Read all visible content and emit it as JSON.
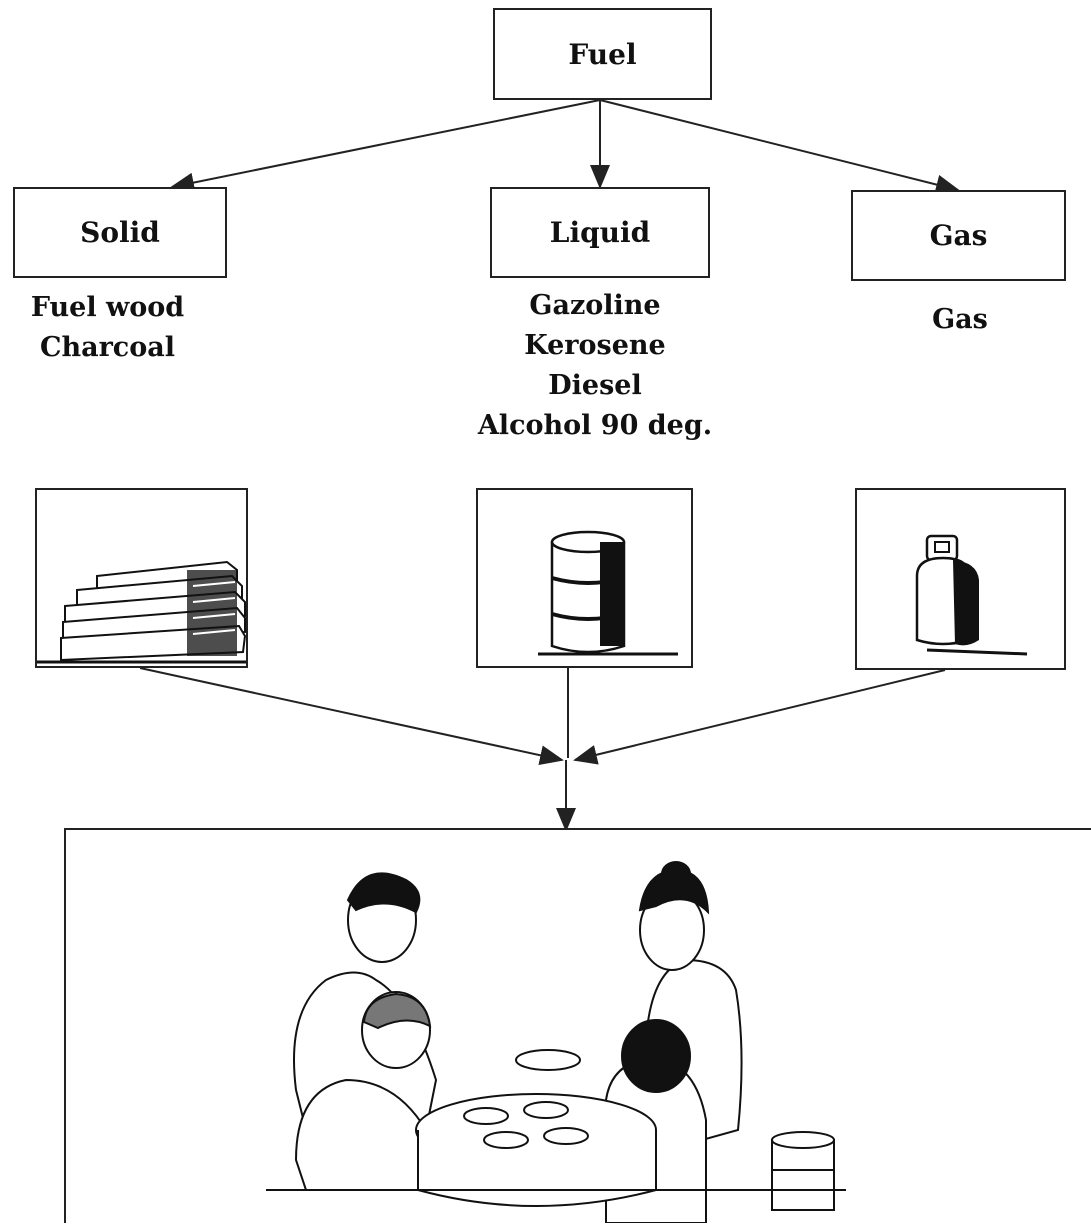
{
  "root": {
    "label": "Fuel"
  },
  "categories": [
    {
      "label": "Solid",
      "items": [
        "Fuel wood",
        "Charcoal"
      ],
      "icon": "firewood-stack-icon"
    },
    {
      "label": "Liquid",
      "items": [
        "Gazoline",
        "Kerosene",
        "Diesel",
        "Alcohol 90 deg."
      ],
      "icon": "fuel-barrel-icon"
    },
    {
      "label": "Gas",
      "items": [
        "Gas"
      ],
      "icon": "gas-cylinder-icon"
    }
  ],
  "scene": {
    "icon": "family-meal-illustration"
  }
}
